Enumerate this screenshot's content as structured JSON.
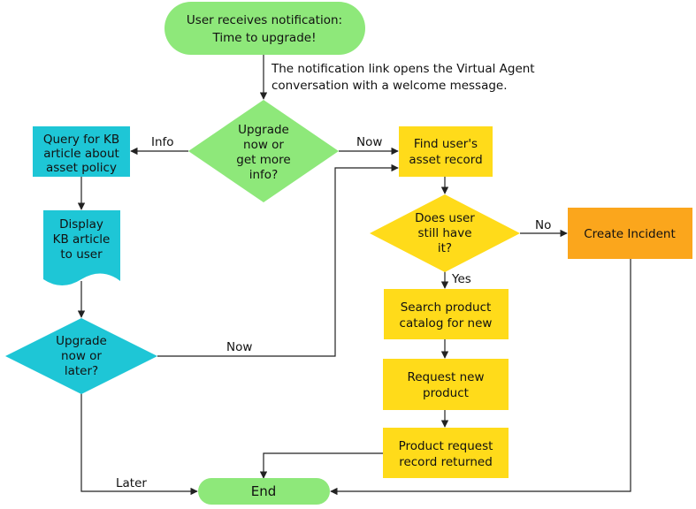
{
  "colors": {
    "green": "#8ee87a",
    "cyan": "#1ec6d6",
    "yellow": "#ffdb1a",
    "orange": "#fba61c",
    "line": "#222222"
  },
  "nodes": {
    "start": {
      "line1": "User receives notification:",
      "line2": "Time to upgrade!"
    },
    "start_note": {
      "line1": "The notification link opens the Virtual Agent",
      "line2": "conversation with a welcome message."
    },
    "decision_upgrade_info": {
      "line1": "Upgrade",
      "line2": "now or",
      "line3": "get more",
      "line4": "info?"
    },
    "query_kb": {
      "line1": "Query for KB",
      "line2": "article about",
      "line3": "asset policy"
    },
    "display_kb": {
      "line1": "Display",
      "line2": "KB article",
      "line3": "to user"
    },
    "decision_now_later": {
      "line1": "Upgrade",
      "line2": "now or",
      "line3": "later?"
    },
    "find_asset": {
      "line1": "Find user's",
      "line2": "asset record"
    },
    "decision_still_have": {
      "line1": "Does user",
      "line2": "still have",
      "line3": "it?"
    },
    "create_incident": {
      "line1": "Create Incident"
    },
    "search_catalog": {
      "line1": "Search product",
      "line2": "catalog for new"
    },
    "request_product": {
      "line1": "Request new",
      "line2": "product"
    },
    "request_returned": {
      "line1": "Product request",
      "line2": "record returned"
    },
    "end": {
      "line1": "End"
    }
  },
  "edges": {
    "info": "Info",
    "now_top": "Now",
    "now_bottom": "Now",
    "no": "No",
    "yes": "Yes",
    "later": "Later"
  }
}
